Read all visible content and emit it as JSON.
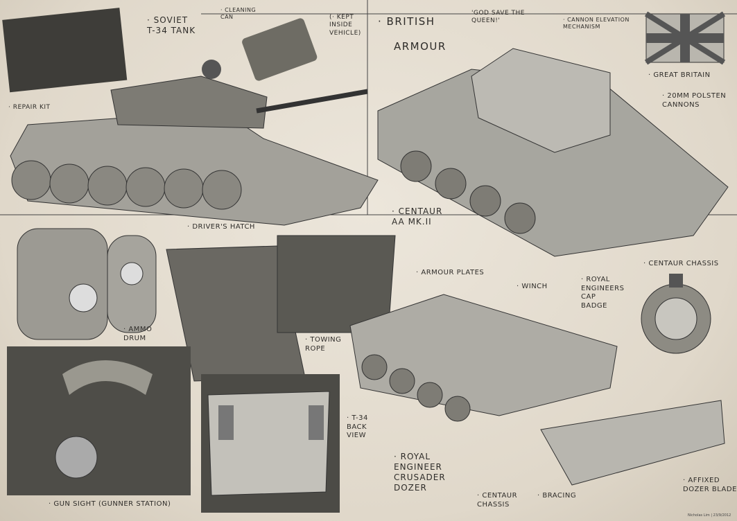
{
  "title": "British Armour",
  "labels": {
    "soviet_tank": "· Soviet\nT-34 Tank",
    "cleaning_can": "· Cleaning\nCan",
    "kept_inside": "(· Kept\ninside\nvehicle)",
    "british_armour_1": "· British",
    "british_armour_2": "Armour",
    "god_save": "'God save the\nQueen!'",
    "cannon_elevation": "· Cannon elevation\nmechanism",
    "great_britain": "· Great Britain",
    "polsten": "· 20mm Polsten\ncannons",
    "repair_kit": "· Repair kit",
    "drivers_hatch": "· Driver's hatch",
    "centaur_aa": "· Centaur\nAA Mk.II",
    "centaur_chassis_top": "· Centaur chassis",
    "armour_plates": "· Armour plates",
    "winch": "· Winch",
    "re_cap_badge": "· Royal\nEngineers\nCap\nBadge",
    "ammo_drum": "· Ammo\nDrum",
    "towing_rope": "· Towing\nRope",
    "t34_back": "· T-34\nBack\nView",
    "crusader_dozer": "· Royal\nEngineer\nCrusader\nDozer",
    "centaur_chassis_bottom": "· Centaur\nChassis",
    "bracing": "· Bracing",
    "dozer_blade": "· Affixed\ndozer blade",
    "gun_sight": "· Gun sight (Gunner station)"
  },
  "signature": "Nicholas Lim | 23/9/2012",
  "colors": {
    "paper": "#e6dfd2",
    "ink": "#2b2a28",
    "metal": "#9d9b94",
    "shadow": "#4a4944"
  }
}
